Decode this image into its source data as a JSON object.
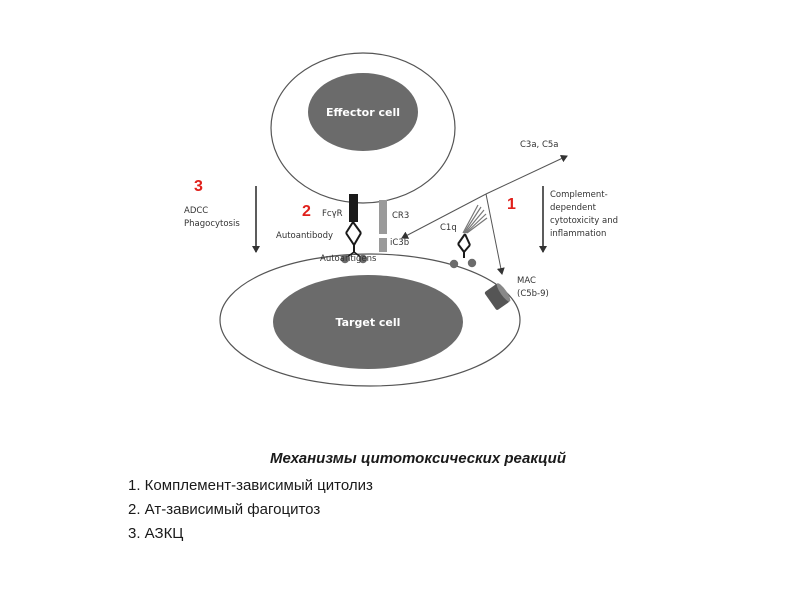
{
  "diagram": {
    "effector_cell": "Effector cell",
    "target_cell": "Target cell",
    "labels": {
      "c3a_c5a": "C3a, C5a",
      "adcc_line1": "ADCC",
      "adcc_line2": "Phagocytosis",
      "fcgr": "FcγR",
      "cr3": "CR3",
      "autoantibody": "Autoantibody",
      "ic3b": "iC3b",
      "autoantigens": "Autoantigens",
      "c1q": "C1q",
      "cdc_line1": "Complement-",
      "cdc_line2": "dependent",
      "cdc_line3": "cytotoxicity and",
      "cdc_line4": "inflammation",
      "mac_line1": "MAC",
      "mac_line2": "(C5b-9)"
    },
    "markers": {
      "three": "3",
      "two": "2",
      "one": "1"
    },
    "colors": {
      "marker": "#e0201b",
      "nucleus": "#6b6b6b",
      "membrane": "#555555"
    }
  },
  "caption": {
    "title": "Механизмы цитотоксических реакций",
    "items": [
      "1. Комплемент-зависимый цитолиз",
      "2. Ат-зависимый фагоцитоз",
      "3. АЗКЦ"
    ]
  }
}
